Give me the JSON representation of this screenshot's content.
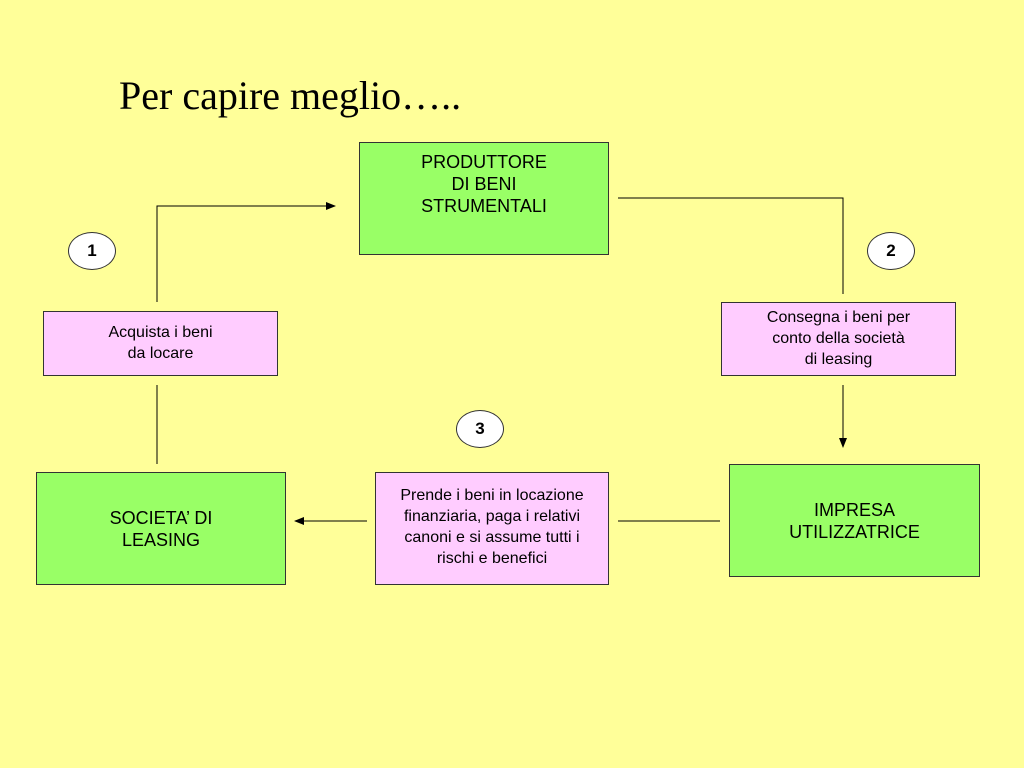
{
  "title": "Per capire meglio…..",
  "nodes": {
    "produttore": "PRODUTTORE\nDI BENI\nSTRUMENTALI",
    "societa": "SOCIETA’ DI\nLEASING",
    "impresa": "IMPRESA\nUTILIZZATRICE",
    "acquista": "Acquista i beni\nda locare",
    "consegna": "Consegna i beni per\nconto della società\ndi leasing",
    "prende": "Prende i beni in locazione\nfinanziaria, paga i relativi\ncanoni e si assume tutti i\nrischi e benefici"
  },
  "steps": {
    "one": "1",
    "two": "2",
    "three": "3"
  },
  "colors": {
    "background": "#FFFF99",
    "entity_fill": "#99FF66",
    "action_fill": "#FFCCFF",
    "badge_fill": "#FFFFFF"
  }
}
